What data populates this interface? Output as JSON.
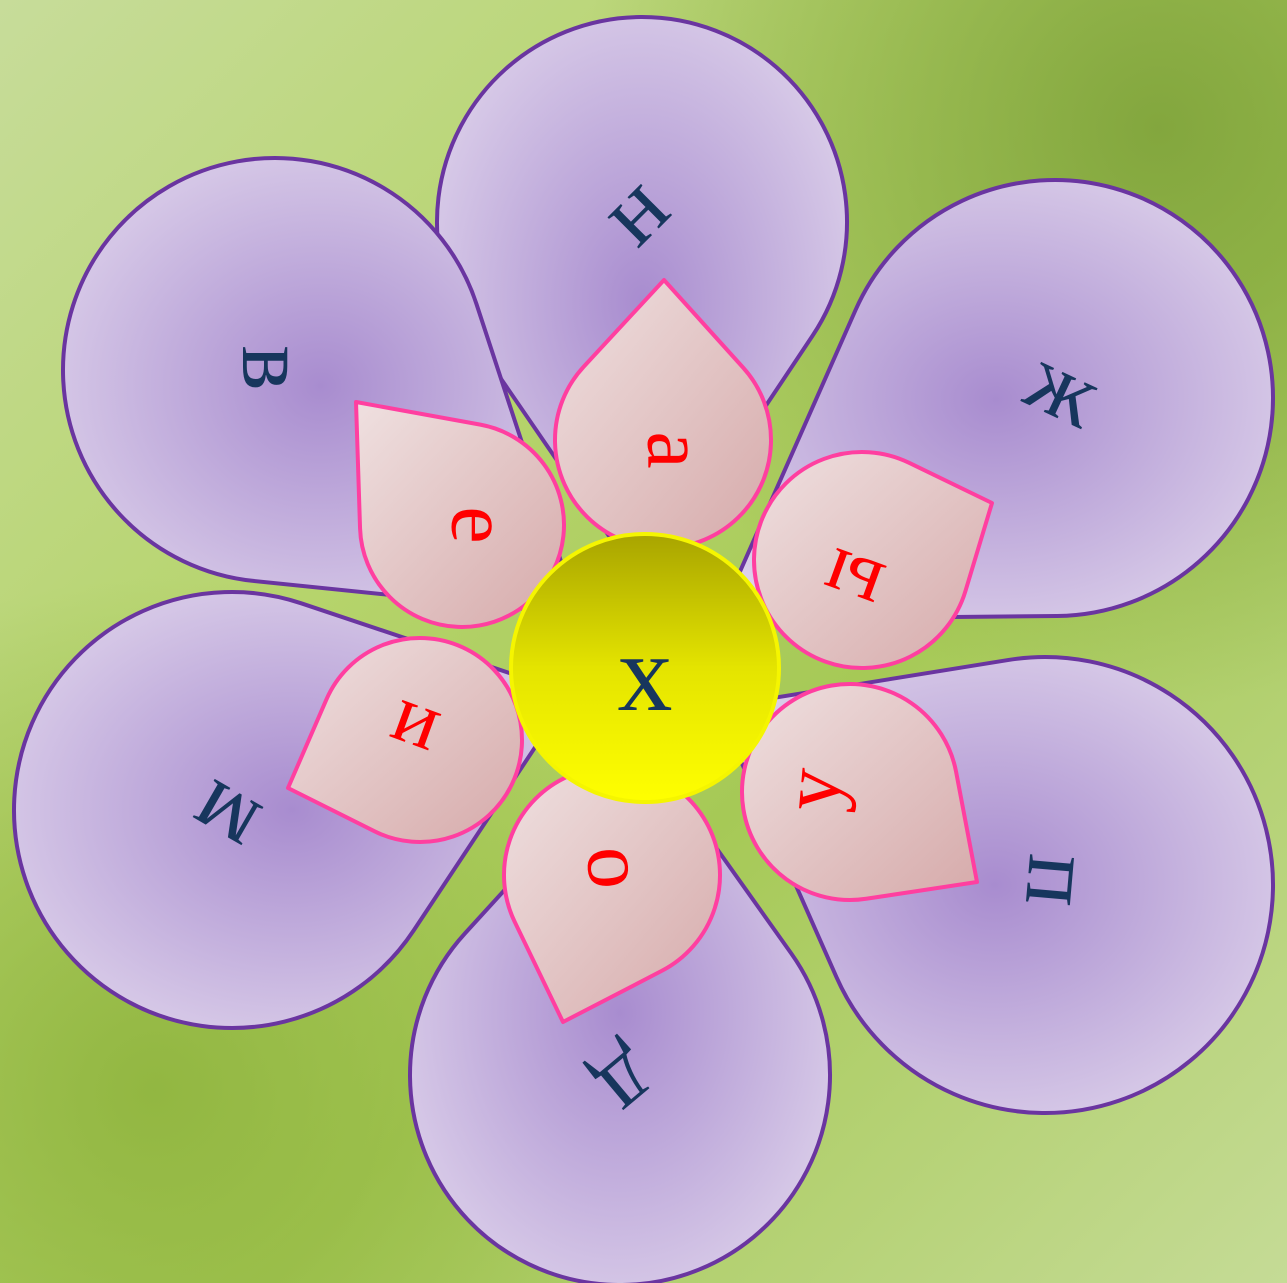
{
  "outer_petals": [
    {
      "id": "top",
      "letter": "н"
    },
    {
      "id": "upper-right",
      "letter": "ж"
    },
    {
      "id": "lower-right",
      "letter": "п"
    },
    {
      "id": "bottom",
      "letter": "д"
    },
    {
      "id": "lower-left",
      "letter": "м"
    },
    {
      "id": "upper-left",
      "letter": "в"
    }
  ],
  "inner_petals": [
    {
      "id": "top",
      "letter": "а"
    },
    {
      "id": "right",
      "letter": "ы"
    },
    {
      "id": "lower-right",
      "letter": "у"
    },
    {
      "id": "bottom",
      "letter": "о"
    },
    {
      "id": "lower-left",
      "letter": "и"
    },
    {
      "id": "upper-left",
      "letter": "е"
    }
  ],
  "center": {
    "letter": "х"
  },
  "colors": {
    "outer_fill": "#c2aee0",
    "outer_stroke": "#6a35a0",
    "inner_fill": "#e8cfd0",
    "inner_stroke": "#ff3fa0",
    "center_fill": "#e6e600",
    "outer_text": "#17365d",
    "inner_text": "#ff0000",
    "background": "#a9cc5a"
  }
}
